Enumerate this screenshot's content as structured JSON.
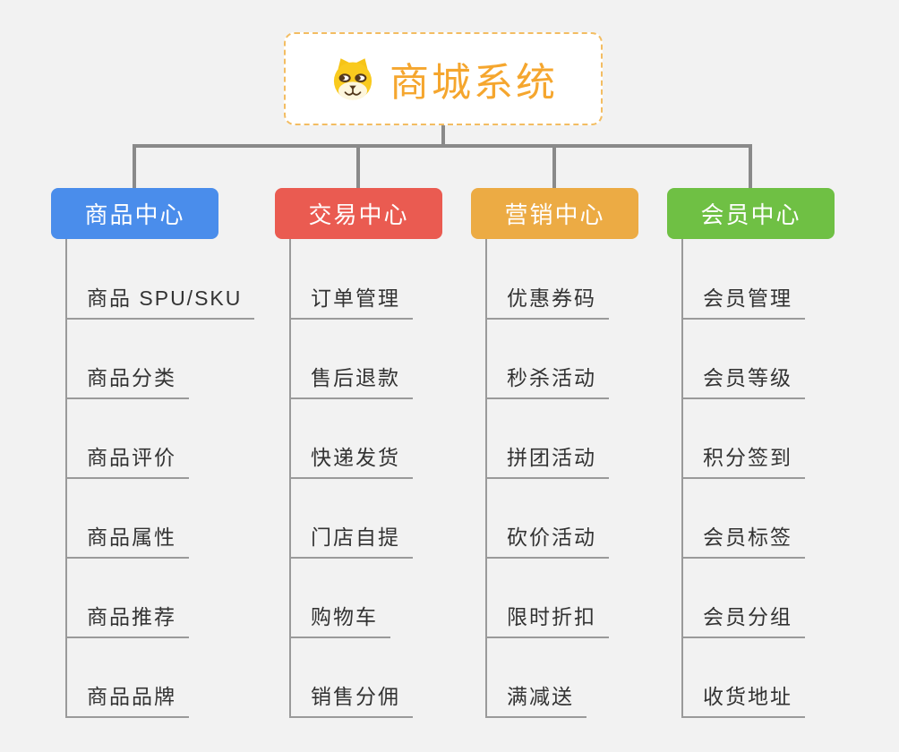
{
  "root": {
    "label": "商城系统",
    "icon": "shiba-dog-icon"
  },
  "branches": [
    {
      "label": "商品中心",
      "color": "#4a8deb",
      "children": [
        "商品 SPU/SKU",
        "商品分类",
        "商品评价",
        "商品属性",
        "商品推荐",
        "商品品牌"
      ]
    },
    {
      "label": "交易中心",
      "color": "#ea5b51",
      "children": [
        "订单管理",
        "售后退款",
        "快递发货",
        "门店自提",
        "购物车",
        "销售分佣"
      ]
    },
    {
      "label": "营销中心",
      "color": "#ecab44",
      "children": [
        "优惠券码",
        "秒杀活动",
        "拼团活动",
        "砍价活动",
        "限时折扣",
        "满减送"
      ]
    },
    {
      "label": "会员中心",
      "color": "#6fc044",
      "children": [
        "会员管理",
        "会员等级",
        "积分签到",
        "会员标签",
        "会员分组",
        "收货地址"
      ]
    }
  ],
  "colors": {
    "background": "#f2f2f2",
    "connector": "#8a8a8a",
    "underline": "#9a9a9a",
    "child_text": "#333333",
    "root_text": "#f5a62e",
    "root_border": "#f3bd62",
    "root_bg": "#ffffff",
    "branch_text": "#ffffff"
  }
}
